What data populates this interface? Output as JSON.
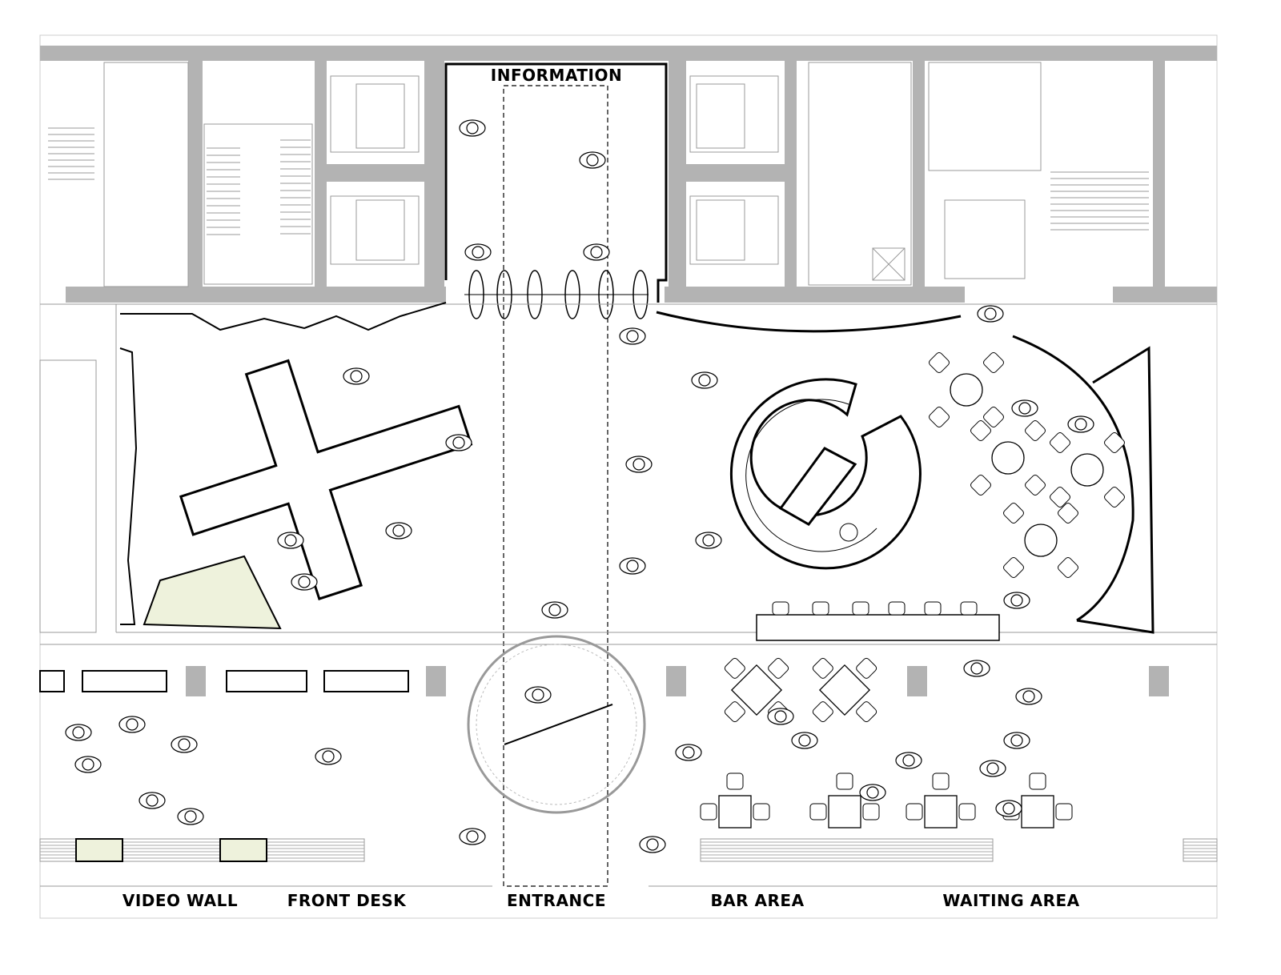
{
  "title": "Lobby Floor Plan",
  "labels": {
    "information": "INFORMATION",
    "video_wall": "VIDEO WALL",
    "front_desk": "FRONT DESK",
    "entrance": "ENTRANCE",
    "bar_area": "BAR AREA",
    "waiting_area": "WAITING AREA"
  },
  "colors": {
    "wall": "#b3b3b3",
    "line": "#000000",
    "light_line": "#999999"
  }
}
